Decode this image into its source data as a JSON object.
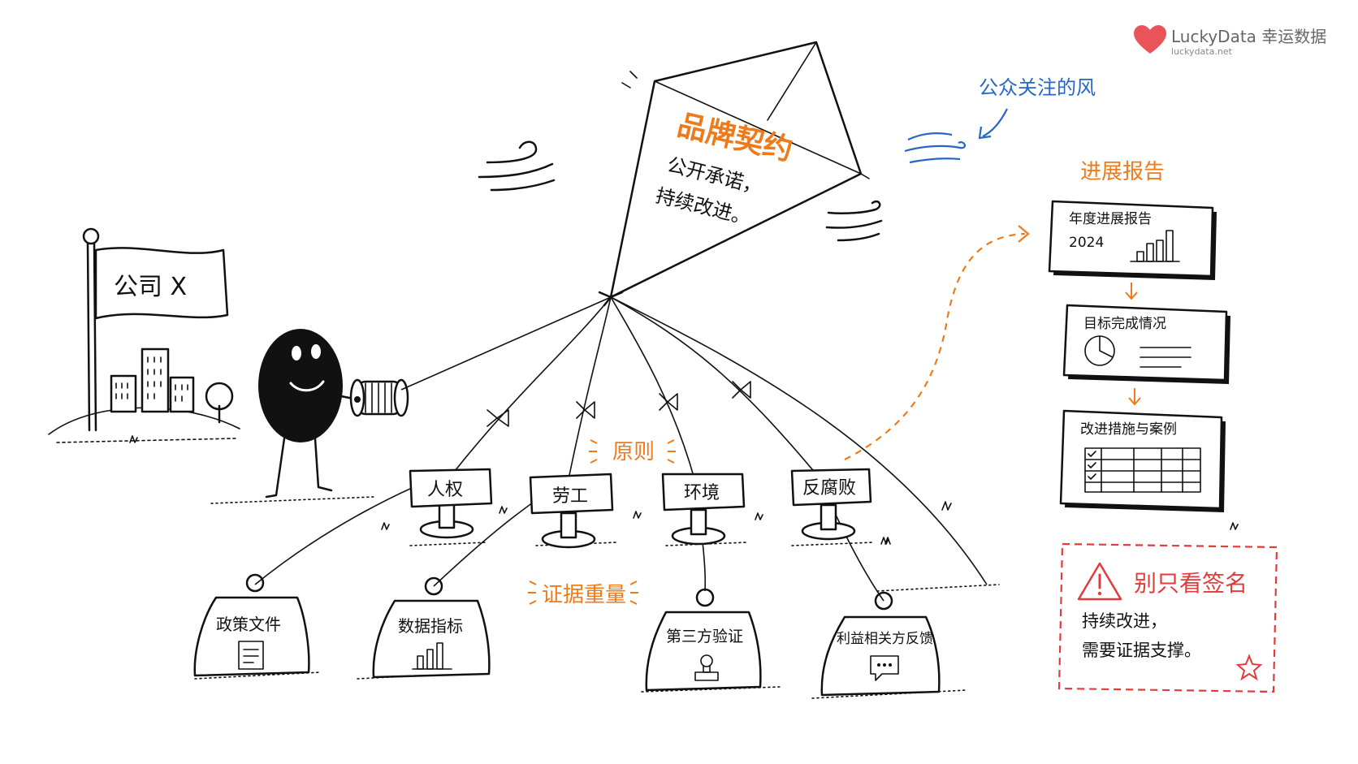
{
  "logo": {
    "name": "LuckyData 幸运数据",
    "url": "luckydata.net",
    "color": "#e9545a"
  },
  "colors": {
    "accent": "#ef7a1a",
    "wind": "#2566c8",
    "warning": "#e23b3b",
    "ink": "#111111"
  },
  "wind": {
    "label": "公众关注的风"
  },
  "kite": {
    "title": "品牌契约",
    "line1": "公开承诺，",
    "line2": "持续改进。"
  },
  "company": {
    "flag_label": "公司 X"
  },
  "principles": {
    "label": "原则",
    "items": [
      "人权",
      "劳工",
      "环境",
      "反腐败"
    ]
  },
  "evidence": {
    "label": "证据重量",
    "items": [
      {
        "label": "政策文件",
        "icon": "document-icon"
      },
      {
        "label": "数据指标",
        "icon": "bar-chart-icon"
      },
      {
        "label": "第三方验证",
        "icon": "stamp-icon"
      },
      {
        "label": "利益相关方反馈",
        "icon": "chat-bubble-icon"
      }
    ]
  },
  "reports": {
    "label": "进展报告",
    "cards": [
      {
        "title": "年度进展报告",
        "year": "2024",
        "icon": "bar-chart-icon"
      },
      {
        "title": "目标完成情况",
        "icon": "pie-chart-icon"
      },
      {
        "title": "改进措施与案例",
        "icon": "checklist-table-icon"
      }
    ]
  },
  "warning": {
    "title": "别只看签名",
    "line1": "持续改进，",
    "line2": "需要证据支撑。",
    "icon": "warning-triangle-icon"
  }
}
